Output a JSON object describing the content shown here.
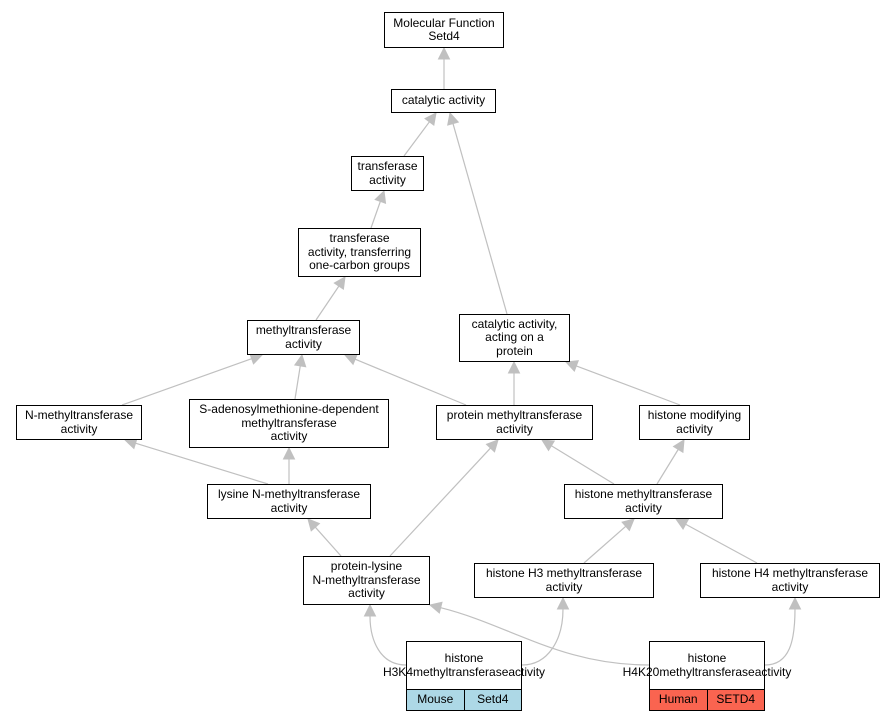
{
  "nodes": {
    "molecular_function": [
      "Molecular Function",
      "Setd4"
    ],
    "catalytic_activity": [
      "catalytic activity"
    ],
    "transferase_activity": [
      "transferase",
      "activity"
    ],
    "transferase_one_carbon": [
      "transferase",
      "activity, transferring",
      "one-carbon groups"
    ],
    "methyltransferase_activity": [
      "methyltransferase",
      "activity"
    ],
    "catalytic_acting_on_protein": [
      "catalytic activity,",
      "acting on a",
      "protein"
    ],
    "n_methyltransferase": [
      "N-methyltransferase",
      "activity"
    ],
    "sam_dependent": [
      "S-adenosylmethionine-dependent",
      "methyltransferase",
      "activity"
    ],
    "protein_methyltransferase": [
      "protein methyltransferase",
      "activity"
    ],
    "histone_modifying": [
      "histone modifying",
      "activity"
    ],
    "lysine_n_methyltransferase": [
      "lysine N-methyltransferase",
      "activity"
    ],
    "histone_methyltransferase": [
      "histone methyltransferase",
      "activity"
    ],
    "protein_lysine_n_methyltransferase": [
      "protein-lysine",
      "N-methyltransferase",
      "activity"
    ],
    "histone_h3_methyltransferase": [
      "histone H3 methyltransferase",
      "activity"
    ],
    "histone_h4_methyltransferase": [
      "histone H4 methyltransferase",
      "activity"
    ],
    "histone_h3k4": [
      "histone H3K4",
      "methyltransferase",
      "activity"
    ],
    "histone_h4k20": [
      "histone H4K20",
      "methyltransferase",
      "activity"
    ]
  },
  "tags": {
    "histone_h3k4": {
      "species": "Mouse",
      "gene": "Setd4",
      "color": "#add8e6"
    },
    "histone_h4k20": {
      "species": "Human",
      "gene": "SETD4",
      "color": "#fa6450"
    }
  },
  "edges": [
    [
      "catalytic_activity",
      "molecular_function"
    ],
    [
      "transferase_activity",
      "catalytic_activity"
    ],
    [
      "catalytic_acting_on_protein",
      "catalytic_activity"
    ],
    [
      "transferase_one_carbon",
      "transferase_activity"
    ],
    [
      "methyltransferase_activity",
      "transferase_one_carbon"
    ],
    [
      "n_methyltransferase",
      "methyltransferase_activity"
    ],
    [
      "sam_dependent",
      "methyltransferase_activity"
    ],
    [
      "protein_methyltransferase",
      "methyltransferase_activity"
    ],
    [
      "protein_methyltransferase",
      "catalytic_acting_on_protein"
    ],
    [
      "histone_modifying",
      "catalytic_acting_on_protein"
    ],
    [
      "lysine_n_methyltransferase",
      "n_methyltransferase"
    ],
    [
      "lysine_n_methyltransferase",
      "sam_dependent"
    ],
    [
      "histone_methyltransferase",
      "protein_methyltransferase"
    ],
    [
      "histone_methyltransferase",
      "histone_modifying"
    ],
    [
      "protein_lysine_n_methyltransferase",
      "lysine_n_methyltransferase"
    ],
    [
      "protein_lysine_n_methyltransferase",
      "protein_methyltransferase"
    ],
    [
      "histone_h3_methyltransferase",
      "histone_methyltransferase"
    ],
    [
      "histone_h4_methyltransferase",
      "histone_methyltransferase"
    ],
    [
      "histone_h3k4",
      "protein_lysine_n_methyltransferase"
    ],
    [
      "histone_h3k4",
      "histone_h3_methyltransferase"
    ],
    [
      "histone_h4k20",
      "protein_lysine_n_methyltransferase"
    ],
    [
      "histone_h4k20",
      "histone_h4_methyltransferase"
    ]
  ],
  "colors": {
    "edge": "#c0c0c0",
    "border": "#000000"
  }
}
